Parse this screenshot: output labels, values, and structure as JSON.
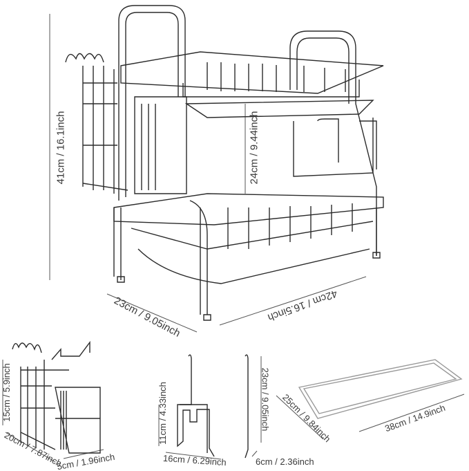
{
  "main_rack": {
    "height_label": "41cm / 16.1inch",
    "tier_gap_label": "24cm / 9.44inch",
    "depth_label": "23cm / 9.05inch",
    "width_label": "42cm / 16.5inch"
  },
  "utensil_holder": {
    "height_label": "15cm / 5.9inch",
    "width_label": "20cm / 7.87inch",
    "depth_label": "5cm / 1.96inch"
  },
  "board_holder": {
    "inner_height_label": "11cm / 4.33inch",
    "height_label": "23cm / 9.05inch",
    "width_label": "16cm / 6.29inch",
    "depth_label": "6cm / 2.36inch"
  },
  "drip_tray": {
    "depth_label": "25cm / 9.84inch",
    "width_label": "38cm / 14.9inch"
  },
  "colors": {
    "line": "#2b2b2b",
    "text": "#3a3a3a"
  }
}
